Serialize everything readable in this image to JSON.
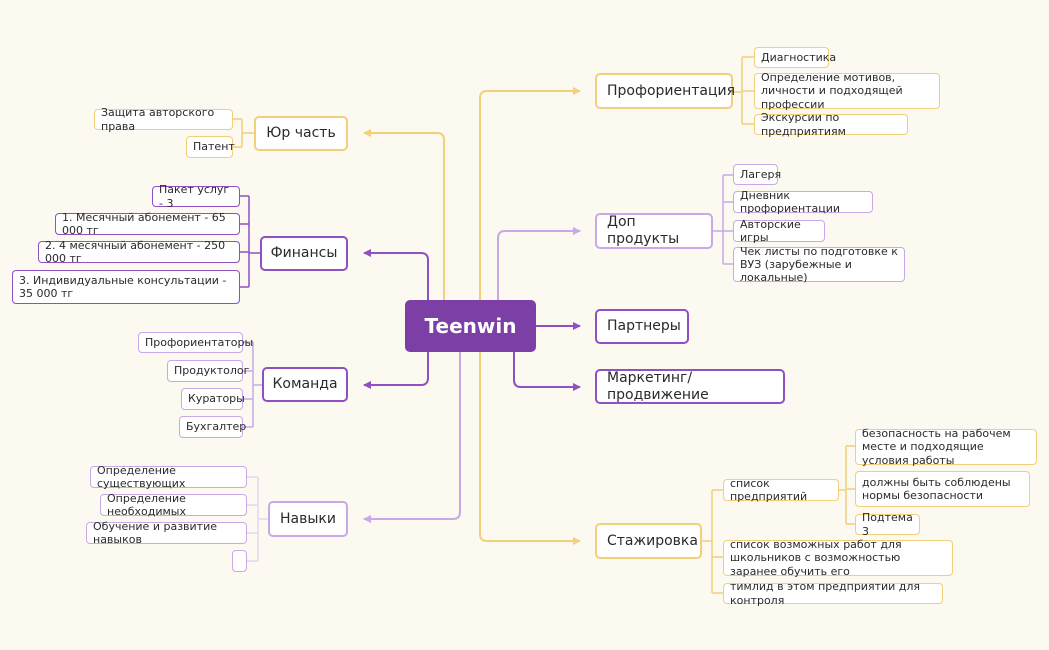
{
  "center": {
    "label": "Teenwin"
  },
  "right": {
    "proforientation": {
      "label": "Профориентация",
      "items": [
        "Диагностика",
        "Определение мотивов, личности и подходящей профессии",
        "Экскурсии по предприятиям"
      ]
    },
    "extra_products": {
      "label": "Доп продукты",
      "items": [
        "Лагеря",
        "Дневник профориентации",
        "Авторские игры",
        "Чек листы по подготовке к ВУЗ (зарубежные и локальные)"
      ]
    },
    "partners": {
      "label": "Партнеры"
    },
    "marketing": {
      "label": "Маркетинг/продвижение"
    },
    "internship": {
      "label": "Стажировка",
      "companies": {
        "label": "список предприятий",
        "items": [
          "безопасность на рабочем месте и подходящие условия работы",
          "должны быть соблюдены нормы безопасности",
          "Подтема 3"
        ]
      },
      "jobs": "список возможных работ для школьников с возможностью заранее обучить его",
      "teamlead": "тимлид в этом предприятии для контроля"
    }
  },
  "left": {
    "legal": {
      "label": "Юр часть",
      "items": [
        "Защита авторского права",
        "Патент"
      ]
    },
    "finance": {
      "label": "Финансы",
      "items": [
        "Пакет услуг - 3",
        "1. Месячный абонемент - 65 000 тг",
        "2. 4 месячный абонемент - 250 000 тг",
        "3. Индивидуальные консультации - 35 000 тг"
      ]
    },
    "team": {
      "label": "Команда",
      "items": [
        "Профориентаторы",
        "Продуктолог",
        "Кураторы",
        "Бухгалтер"
      ]
    },
    "skills": {
      "label": "Навыки",
      "items": [
        "Определение существующих",
        "Определение необходимых",
        "Обучение и развитие навыков",
        ""
      ]
    }
  },
  "colors": {
    "background": "#fcf9f0",
    "center": "#7b3fa6",
    "yellow": "#f2cf7a",
    "lavender": "#c9a8e8",
    "purple": "#8e50c2"
  }
}
